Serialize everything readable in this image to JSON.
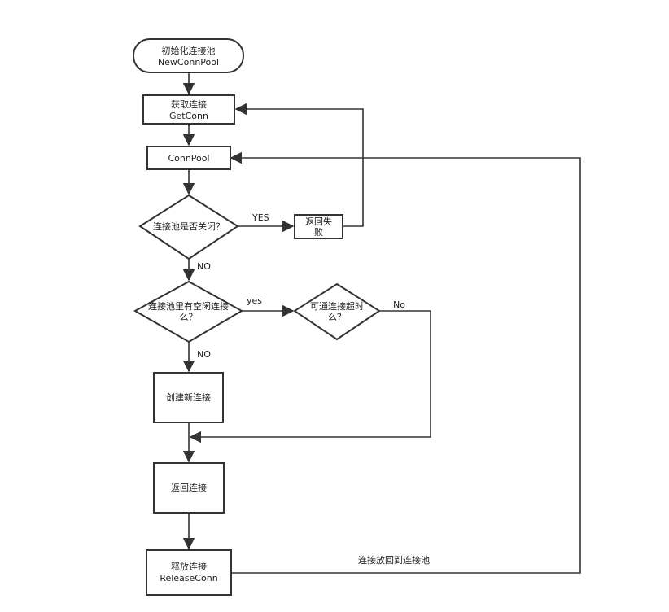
{
  "nodes": {
    "start": {
      "line1": "初始化连接池",
      "line2": "NewConnPool"
    },
    "get_conn": {
      "line1": "获取连接",
      "line2": "GetConn"
    },
    "conn_pool": {
      "line1": "ConnPool"
    },
    "is_closed": {
      "line1": "连接池是否关闭？"
    },
    "return_fail": {
      "line1": "返回失",
      "line2": "败"
    },
    "has_idle": {
      "line1": "连接池里有空闲连接",
      "line2": "么？"
    },
    "timeout": {
      "line1": "可通连接超时",
      "line2": "么？"
    },
    "create_conn": {
      "line1": "创建新连接"
    },
    "return_conn": {
      "line1": "返回连接"
    },
    "release_conn": {
      "line1": "释放连接",
      "line2": "ReleaseConn"
    }
  },
  "edges": {
    "closed_yes": "YES",
    "closed_no": "NO",
    "idle_yes": "yes",
    "idle_no": "NO",
    "timeout_no": "No",
    "release_back": "连接放回到连接池"
  }
}
